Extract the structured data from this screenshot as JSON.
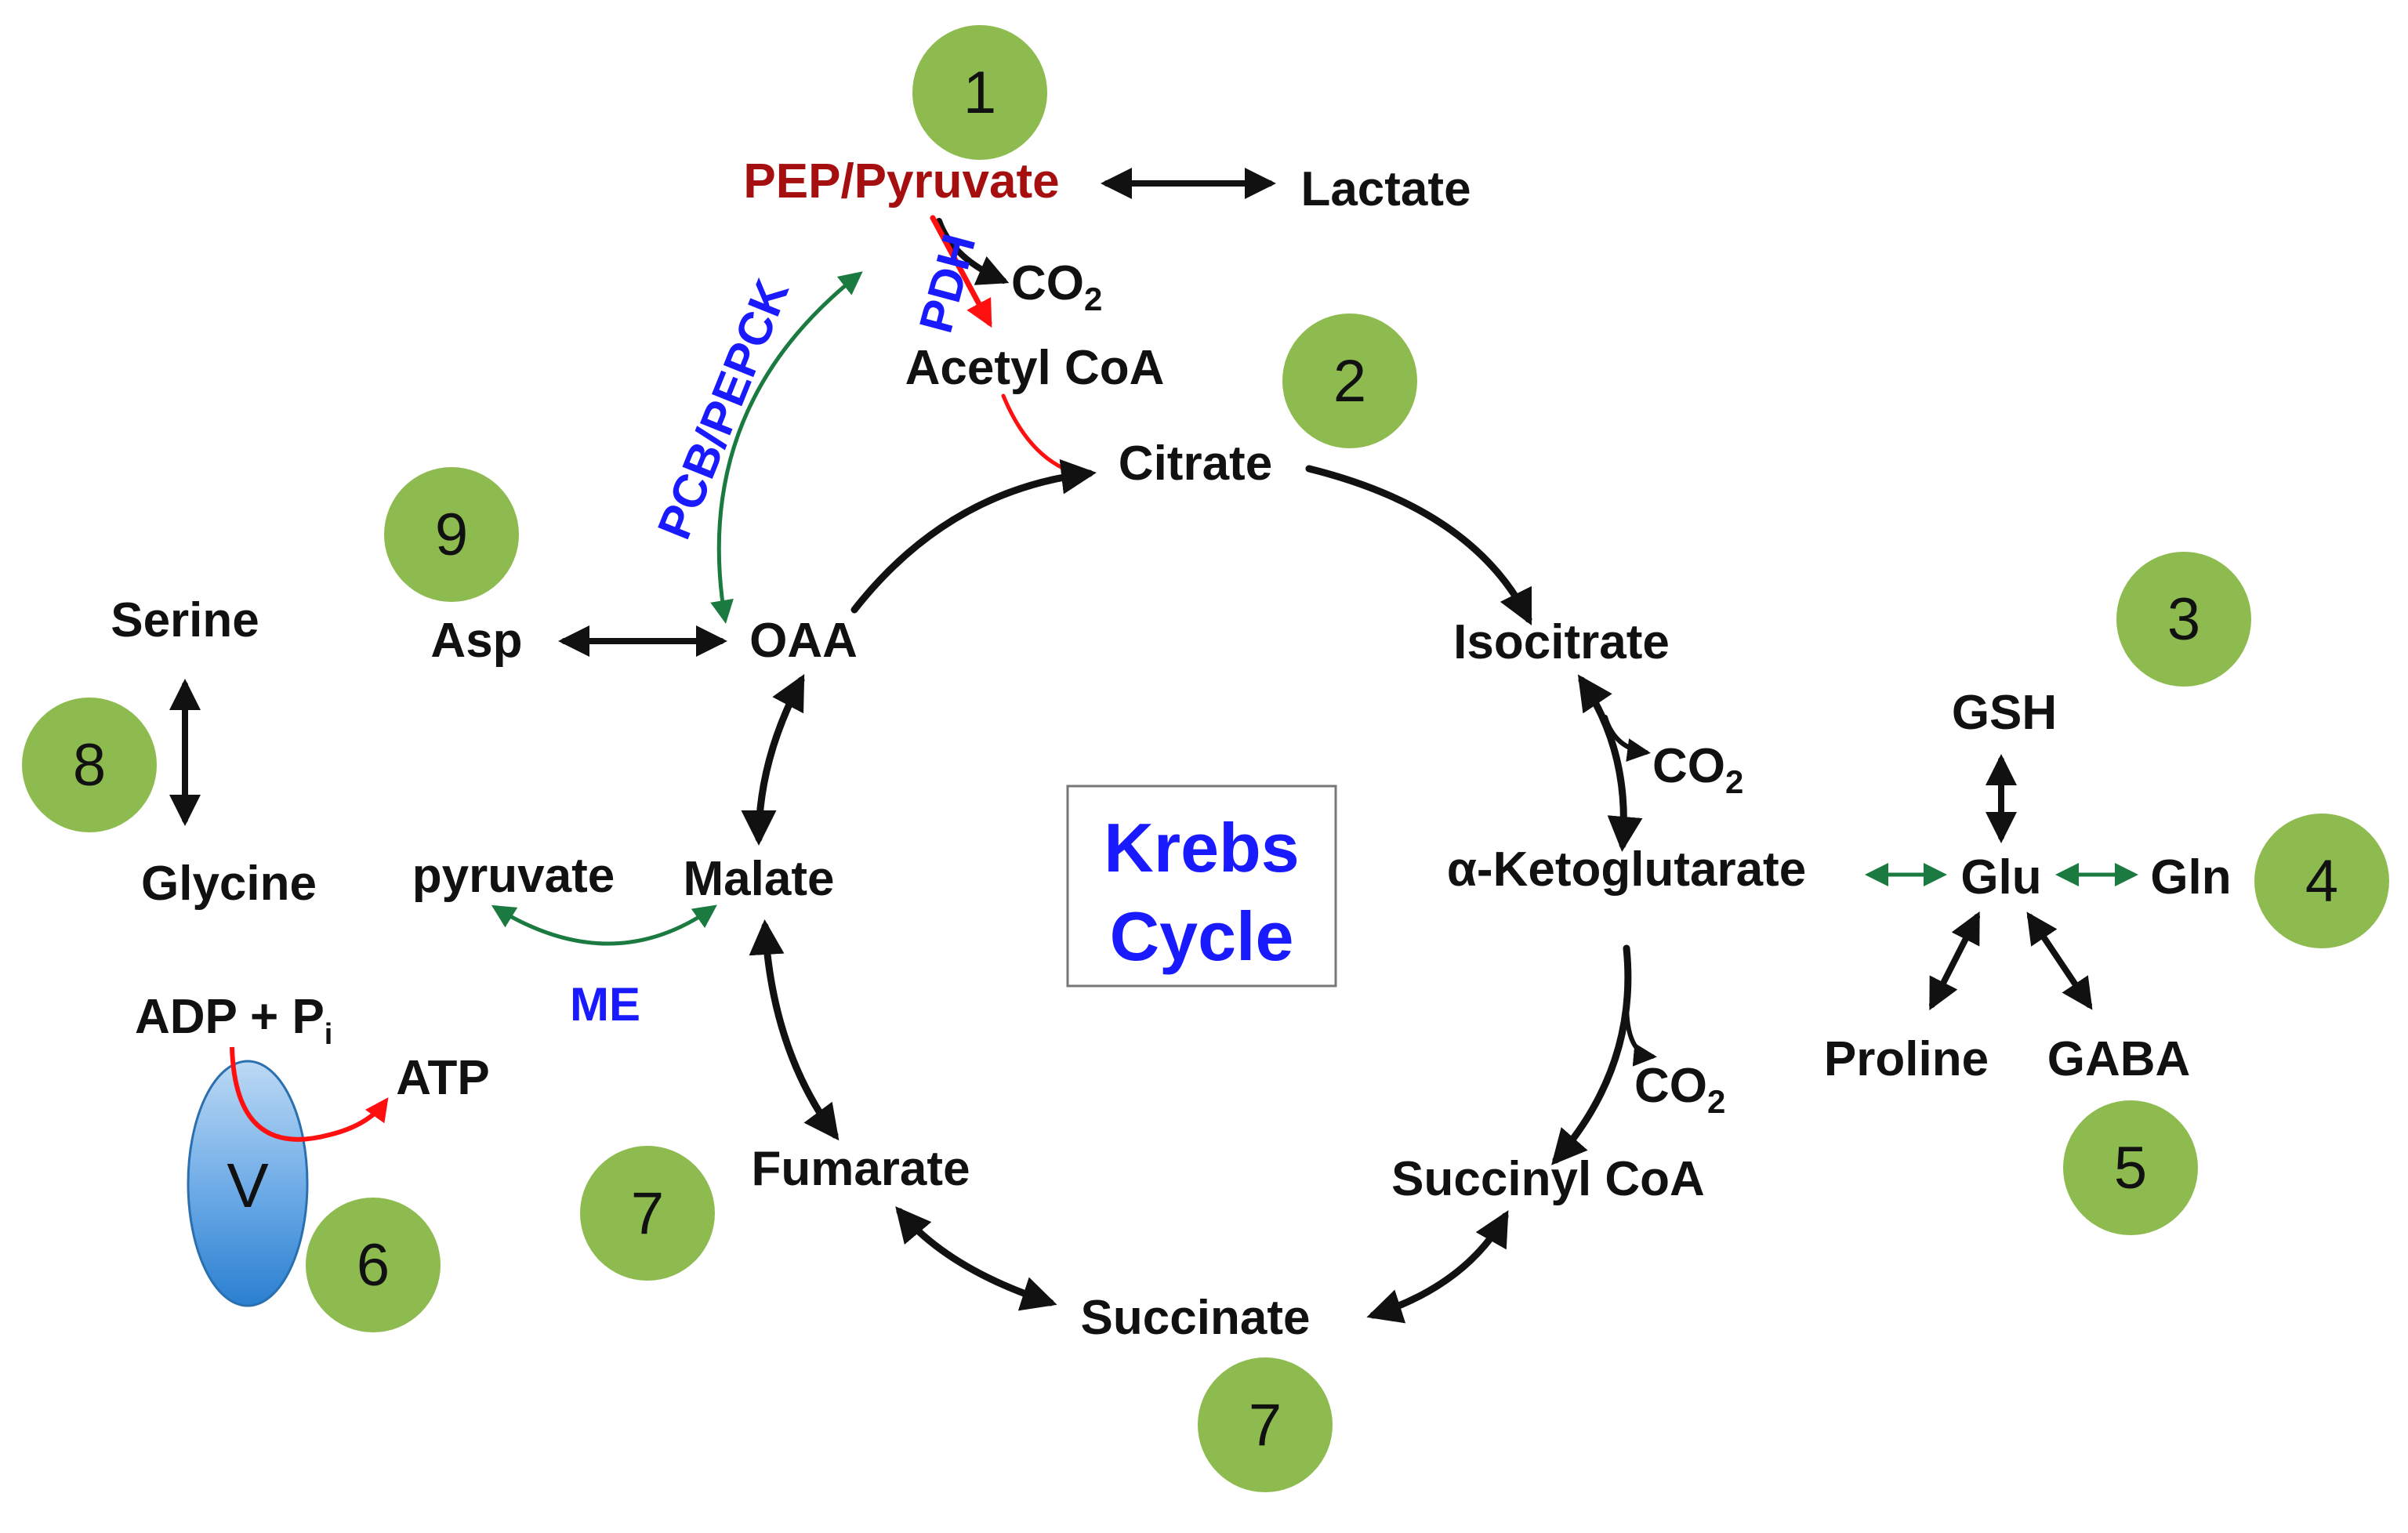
{
  "title": "",
  "colors": {
    "badge": "#8dbb4f",
    "enzyme": "#1a1aff",
    "pyruvate_red": "#a50f0f",
    "arrow_red": "#ff1010",
    "arrow_green": "#1a7a40",
    "arrow_black": "#111111",
    "transporter": "#3d8fd6"
  },
  "center_box": {
    "line1": "Krebs",
    "line2": "Cycle"
  },
  "metabolites": {
    "pep_pyruvate": "PEP/Pyruvate",
    "lactate": "Lactate",
    "co2_pdh": "CO",
    "acetyl_coa": "Acetyl CoA",
    "citrate": "Citrate",
    "isocitrate": "Isocitrate",
    "co2_idh": "CO",
    "akg": "α-Ketoglutarate",
    "co2_kgdh": "CO",
    "succinyl_coa": "Succinyl CoA",
    "succinate": "Succinate",
    "fumarate": "Fumarate",
    "malate": "Malate",
    "oaa": "OAA",
    "asp": "Asp",
    "pyruvate_me": "pyruvate",
    "serine": "Serine",
    "glycine": "Glycine",
    "gsh": "GSH",
    "glu": "Glu",
    "gln": "Gln",
    "proline": "Proline",
    "gaba": "GABA",
    "adp_pi": "ADP + P",
    "pi_sub": "i",
    "atp": "ATP",
    "co2_sub": "2"
  },
  "enzymes": {
    "pcb_pepck": "PCB/PEPCK",
    "pdh": "PDH",
    "me": "ME"
  },
  "transporter": {
    "label": "V"
  },
  "badges": [
    "1",
    "2",
    "3",
    "4",
    "5",
    "6",
    "7",
    "7",
    "8",
    "9"
  ]
}
